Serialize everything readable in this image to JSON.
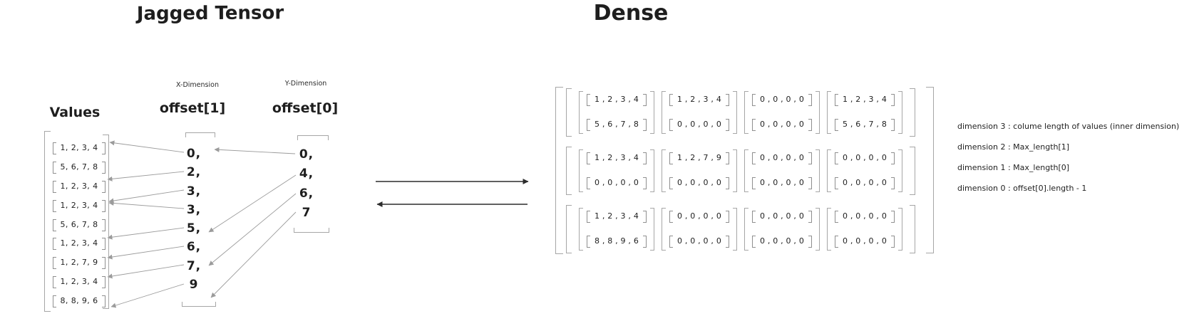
{
  "jagged": {
    "title": "Jagged Tensor",
    "values": {
      "label": "Values",
      "rows": [
        [
          1,
          2,
          3,
          4
        ],
        [
          5,
          6,
          7,
          8
        ],
        [
          1,
          2,
          3,
          4
        ],
        [
          1,
          2,
          3,
          4
        ],
        [
          5,
          6,
          7,
          8
        ],
        [
          1,
          2,
          3,
          4
        ],
        [
          1,
          2,
          7,
          9
        ],
        [
          1,
          2,
          3,
          4
        ],
        [
          8,
          8,
          9,
          6
        ]
      ]
    },
    "offset1": {
      "dimension_label": "X-Dimension",
      "label": "offset[1]",
      "items": [
        0,
        2,
        3,
        3,
        5,
        6,
        7,
        9
      ]
    },
    "offset0": {
      "dimension_label": "Y-Dimension",
      "label": "offset[0]",
      "items": [
        0,
        4,
        6,
        7
      ]
    }
  },
  "dense": {
    "title": "Dense",
    "grid": [
      [
        [
          [
            1,
            2,
            3,
            4
          ],
          [
            5,
            6,
            7,
            8
          ]
        ],
        [
          [
            1,
            2,
            3,
            4
          ],
          [
            0,
            0,
            0,
            0
          ]
        ],
        [
          [
            0,
            0,
            0,
            0
          ],
          [
            0,
            0,
            0,
            0
          ]
        ],
        [
          [
            1,
            2,
            3,
            4
          ],
          [
            5,
            6,
            7,
            8
          ]
        ]
      ],
      [
        [
          [
            1,
            2,
            3,
            4
          ],
          [
            0,
            0,
            0,
            0
          ]
        ],
        [
          [
            1,
            2,
            7,
            9
          ],
          [
            0,
            0,
            0,
            0
          ]
        ],
        [
          [
            0,
            0,
            0,
            0
          ],
          [
            0,
            0,
            0,
            0
          ]
        ],
        [
          [
            0,
            0,
            0,
            0
          ],
          [
            0,
            0,
            0,
            0
          ]
        ]
      ],
      [
        [
          [
            1,
            2,
            3,
            4
          ],
          [
            8,
            8,
            9,
            6
          ]
        ],
        [
          [
            0,
            0,
            0,
            0
          ],
          [
            0,
            0,
            0,
            0
          ]
        ],
        [
          [
            0,
            0,
            0,
            0
          ],
          [
            0,
            0,
            0,
            0
          ]
        ],
        [
          [
            0,
            0,
            0,
            0
          ],
          [
            0,
            0,
            0,
            0
          ]
        ]
      ]
    ]
  },
  "legend": {
    "lines": [
      "dimension 3 : colume length of values (inner dimension)",
      "dimension 2 : Max_length[1]",
      "dimension 1  : Max_length[0]",
      "dimension 0 : offset[0].length - 1"
    ]
  },
  "colors": {
    "ink": "#1e1e1e",
    "bracket": "#a6a6a6",
    "bracket-sm": "#8f8f8f",
    "thin-arrow": "#9b9b9b",
    "main-arrow": "#2c2c2c"
  }
}
